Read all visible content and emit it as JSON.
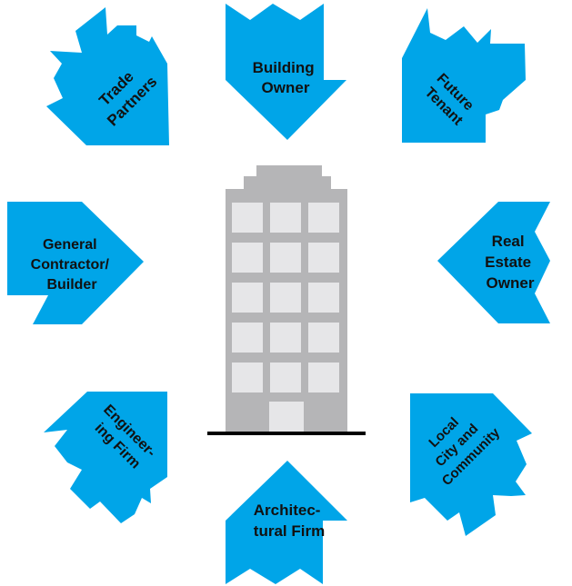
{
  "colors": {
    "arrow": "#00a5e8",
    "building": "#b5b5b7",
    "window": "#e6e6e8",
    "ground": "#000000",
    "text": "#111111"
  },
  "center": {
    "name": "building",
    "window_rows": 5,
    "window_cols": 3
  },
  "stakeholders": [
    {
      "id": "building-owner",
      "lines": [
        "Building",
        "Owner"
      ]
    },
    {
      "id": "future-tenant",
      "lines": [
        "Future",
        "Tenant"
      ]
    },
    {
      "id": "real-estate-owner",
      "lines": [
        "Real",
        "Estate",
        "Owner"
      ]
    },
    {
      "id": "local-city-community",
      "lines": [
        "Local",
        "City and",
        "Community"
      ]
    },
    {
      "id": "architectural-firm",
      "lines": [
        "Architec-",
        "tural Firm"
      ]
    },
    {
      "id": "engineering-firm",
      "lines": [
        "Engineer-",
        "ing Firm"
      ]
    },
    {
      "id": "general-contractor",
      "lines": [
        "General",
        "Contractor/",
        "Builder"
      ]
    },
    {
      "id": "trade-partners",
      "lines": [
        "Trade",
        "Partners"
      ]
    }
  ]
}
